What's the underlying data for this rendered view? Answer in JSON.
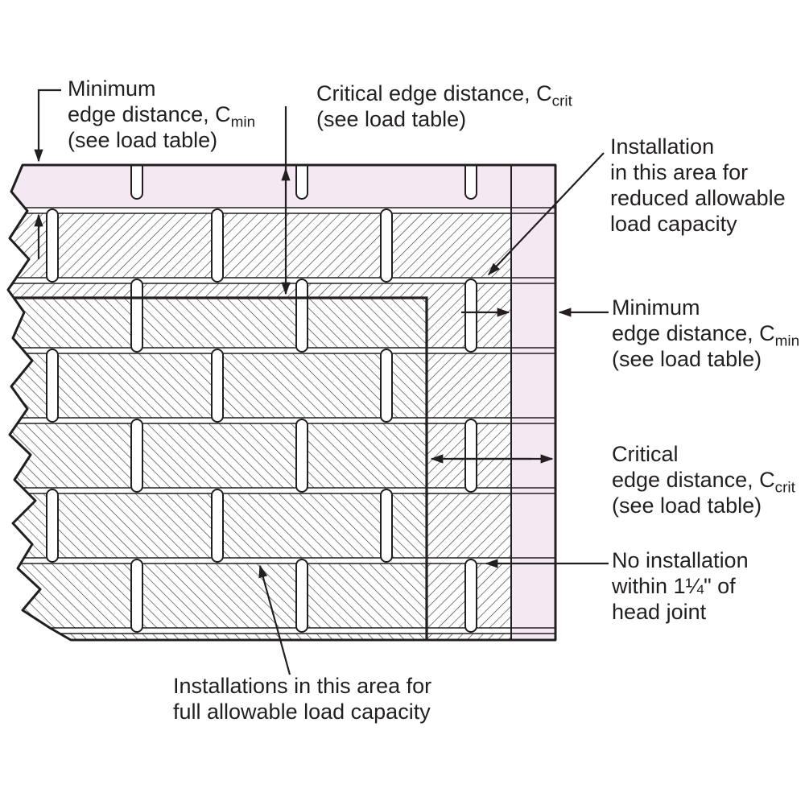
{
  "colors": {
    "ink": "#231f20",
    "band": "#f4e8f3",
    "hatch": "#3c3c3c",
    "background": "#ffffff"
  },
  "labels": {
    "min_edge_top": {
      "l1": "Minimum",
      "l2": "edge distance, C",
      "l2_sub": "min",
      "l3": "(see load table)"
    },
    "crit_edge_top": {
      "l1": "Critical edge distance, C",
      "l1_sub": "crit",
      "l2": "(see load table)"
    },
    "installation_reduced": {
      "l1": "Installation",
      "l2": "in this area for",
      "l3": "reduced allowable",
      "l4": "load capacity"
    },
    "min_edge_right": {
      "l1": "Minimum",
      "l2": "edge distance, C",
      "l2_sub": "min",
      "l3": "(see load table)"
    },
    "crit_edge_right": {
      "l1": "Critical",
      "l2": "edge distance, C",
      "l2_sub": "crit",
      "l3": "(see load table)"
    },
    "no_install": {
      "l1": "No installation",
      "l2": "within 1¼\" of",
      "l3": "head joint"
    },
    "full_capacity": {
      "l1": "Installations in this area for",
      "l2": "full allowable load capacity"
    }
  }
}
